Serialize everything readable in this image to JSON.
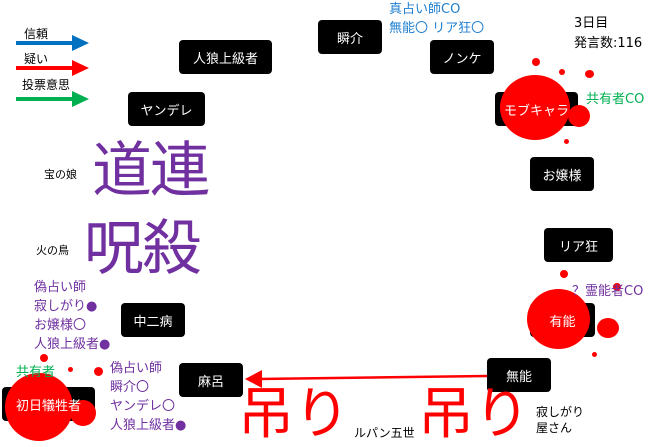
{
  "legend": {
    "trust": "信頼",
    "doubt": "疑い",
    "vote": "投票意思"
  },
  "colors": {
    "trust": "#0070c0",
    "doubt": "#ff0000",
    "vote": "#00b050",
    "purple": "#7030a0"
  },
  "status": {
    "day": "3日目",
    "posts": "発言数:116"
  },
  "nodes": {
    "shunsuke": "瞬介",
    "jinro": "人狼上級者",
    "nonke": "ノンケ",
    "yandere": "ヤンデレ",
    "mob": "モブキャラ",
    "ojou": "お嬢様",
    "riakyo": "リア狂",
    "yuno": "有能",
    "chuni": "中二病",
    "maro": "麻呂",
    "muno": "無能",
    "shonichi": "初日犠牲者"
  },
  "notes": {
    "shunsuke_co": [
      "真占い師CO",
      "無能〇 リア狂〇"
    ],
    "mob_co": "共有者CO",
    "yuno_co": "？霊能者CO",
    "shonichi_role": "共有者",
    "fake_seer1": [
      "偽占い師",
      "寂しがり●",
      "お嬢様〇",
      "人狼上級者●"
    ],
    "fake_seer2": [
      "偽占い師",
      "瞬介〇",
      "ヤンデレ〇",
      "人狼上級者●"
    ]
  },
  "dead": {
    "michizure": "道連",
    "jusatsu": "呪殺",
    "hang1": "吊り",
    "hang2": "吊り",
    "name1": "宝の娘",
    "name2": "火の鳥",
    "name3": "ルパン五世",
    "name4a": "寂しがり",
    "name4b": "屋さん"
  }
}
